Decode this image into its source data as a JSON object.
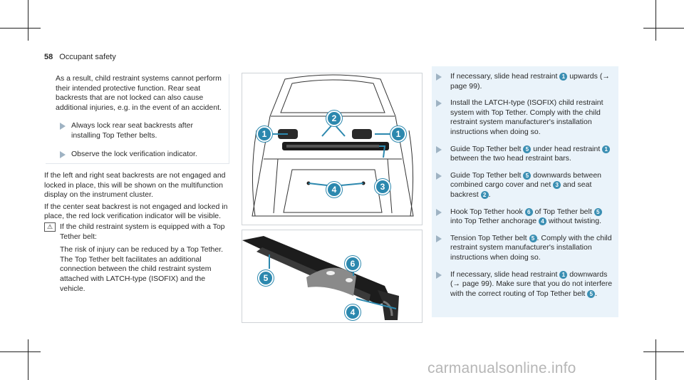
{
  "header": {
    "page_number": "58",
    "section_title": "Occupant safety"
  },
  "infobox": {
    "text": "As a result, child restraint systems cannot perform their intended protective function. Rear seat backrests that are not locked can also cause additional injuries, e.g. in the event of an accident.",
    "bullets": [
      "Always lock rear seat backrests after installing Top Tether belts.",
      "Observe the lock verification indicator."
    ]
  },
  "left_text": {
    "p1": "If the left and right seat backrests are not engaged and locked in place, this will be shown on the multifunction display on the instrument cluster.",
    "p2": "If the center seat backrest is not engaged and locked in place, the red lock verification indicator will be visible.",
    "note_icon": "⚠",
    "note_line1": "If the child restraint system is equipped with a Top Tether belt:",
    "note_line2": "The risk of injury can be reduced by a Top Tether. The Top Tether belt facilitates an additional connection between the child restraint system attached with LATCH-type (ISOFIX) and the vehicle."
  },
  "figure_top": {
    "labels": [
      "1",
      "2",
      "1",
      "3",
      "4"
    ]
  },
  "figure_bottom": {
    "labels": [
      "6",
      "5",
      "4"
    ]
  },
  "steps": [
    {
      "a": "If necessary, slide head restraint ",
      "n1": "1",
      "b": " upwards (→ page 99)."
    },
    {
      "a": "Install the LATCH-type (ISOFIX) child restraint system with Top Tether. Comply with the child restraint system manufacturer's installation instructions when doing so."
    },
    {
      "a": "Guide Top Tether belt ",
      "n1": "5",
      "b": " under head restraint ",
      "n2": "1",
      "c": " between the two head restraint bars."
    },
    {
      "a": "Guide Top Tether belt ",
      "n1": "5",
      "b": " downwards between combined cargo cover and net ",
      "n2": "3",
      "c": " and seat backrest ",
      "n3": "2",
      "d": "."
    },
    {
      "a": "Hook Top Tether hook ",
      "n1": "6",
      "b": " of Top Tether belt ",
      "n2": "5",
      "c": " into Top Tether anchorage ",
      "n3": "4",
      "d": " without twisting."
    },
    {
      "a": "Tension Top Tether belt ",
      "n1": "5",
      "b": ". Comply with the child restraint system manufacturer's installation instructions when doing so."
    },
    {
      "a": "If necessary, slide head restraint ",
      "n1": "1",
      "b": " downwards (→ page 99). Make sure that you do not interfere with the correct routing of Top Tether belt ",
      "n2": "5",
      "c": "."
    }
  ],
  "watermark": "carmanualsonline.info"
}
